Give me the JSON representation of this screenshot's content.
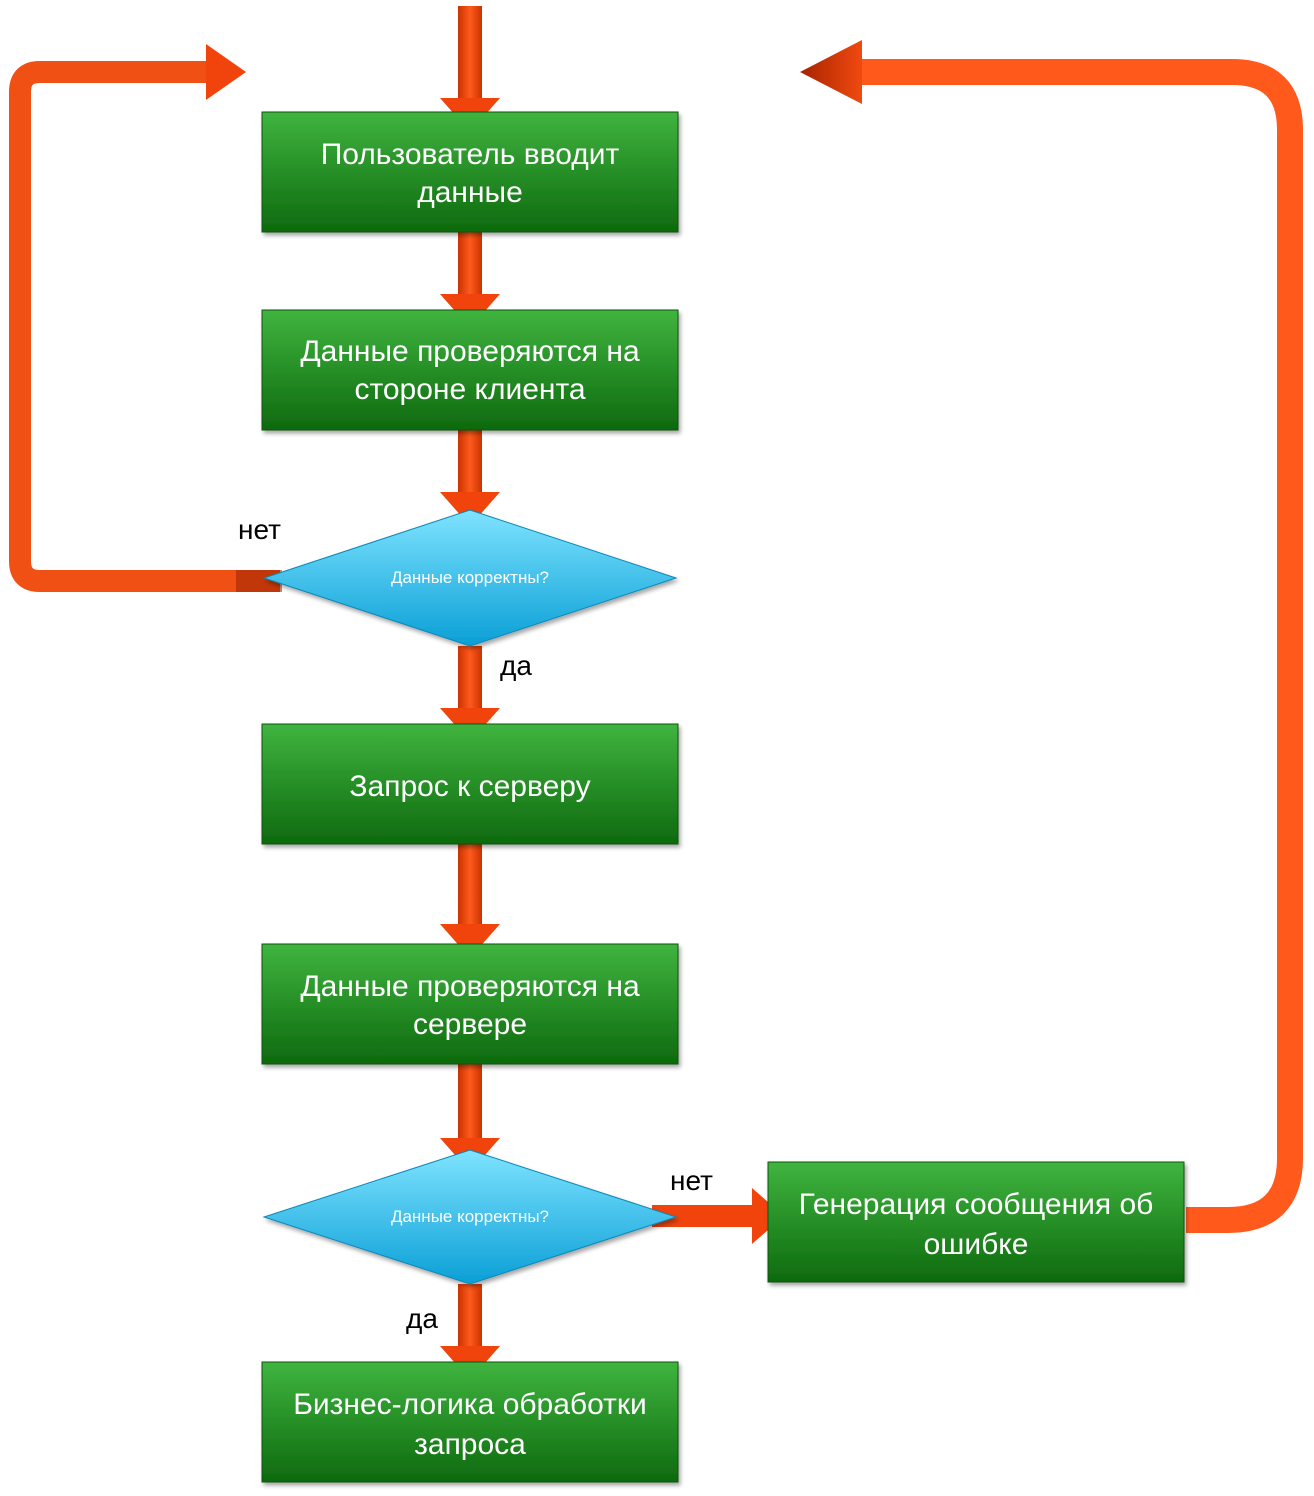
{
  "diagram": {
    "colors": {
      "box_top": "#3fb43f",
      "box_bottom": "#0e6a0e",
      "box_stroke": "#0a520a",
      "diamond_top": "#7fe3ff",
      "diamond_bottom": "#0a9fd6",
      "arrow": "#f0440c",
      "arrow_dark": "#b02800",
      "label_text": "#000000"
    },
    "nodes": {
      "user_input": [
        "Пользователь вводит",
        "данные"
      ],
      "client_check": [
        "Данные проверяются на",
        "стороне клиента"
      ],
      "client_valid": "Данные корректны?",
      "server_request": [
        "Запрос к серверу"
      ],
      "server_check": [
        "Данные проверяются на",
        "сервере"
      ],
      "server_valid": "Данные корректны?",
      "error_message": [
        "Генерация сообщения об",
        "ошибке"
      ],
      "business_logic": [
        "Бизнес-логика обработки",
        "запроса"
      ]
    },
    "labels": {
      "client_no": "нет",
      "client_yes": "да",
      "server_no": "нет",
      "server_yes": "да"
    }
  }
}
